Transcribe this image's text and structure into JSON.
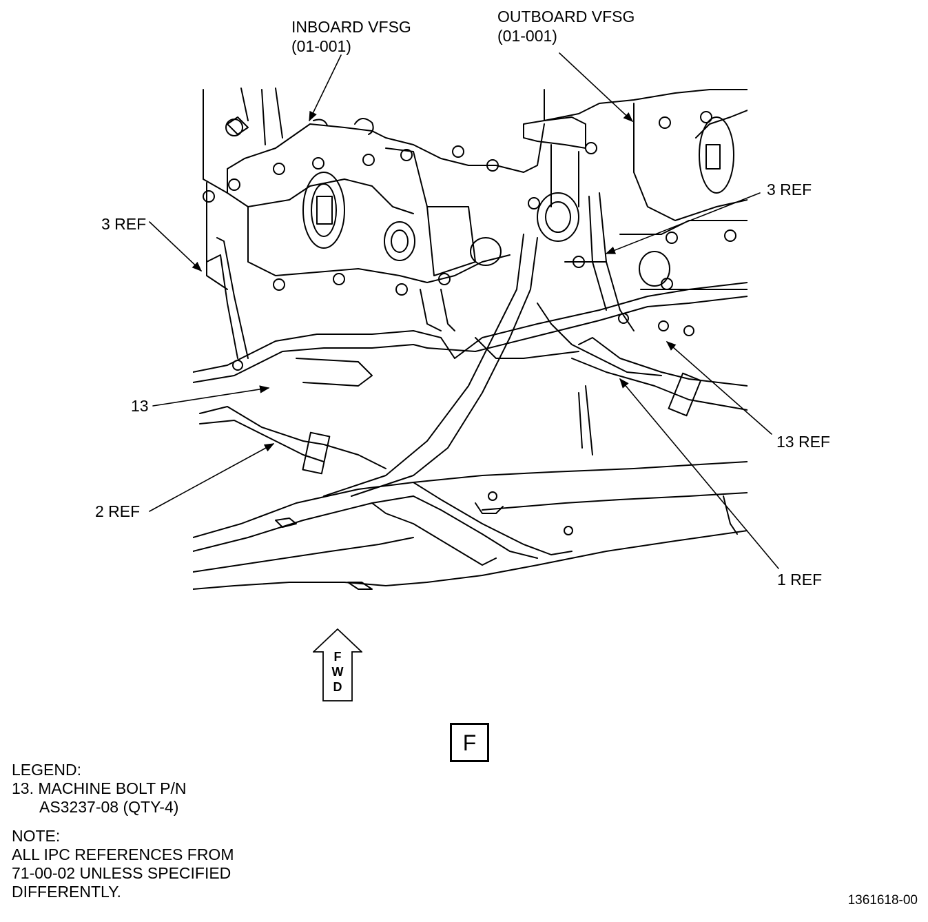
{
  "callouts": {
    "inboard_vfsg_line1": "INBOARD VFSG",
    "inboard_vfsg_line2": "(01-001)",
    "outboard_vfsg_line1": "OUTBOARD VFSG",
    "outboard_vfsg_line2": "(01-001)",
    "three_ref_left": "3 REF",
    "three_ref_right": "3 REF",
    "thirteen": "13",
    "thirteen_ref": "13 REF",
    "two_ref": "2 REF",
    "one_ref": "1 REF"
  },
  "fwd_arrow": {
    "letters": [
      "F",
      "W",
      "D"
    ]
  },
  "view_label": "F",
  "legend": {
    "heading": "LEGEND:",
    "item_line1": "13. MACHINE BOLT P/N",
    "item_line2": "AS3237-08 (QTY-4)"
  },
  "note": {
    "heading": "NOTE:",
    "line1": "ALL IPC REFERENCES FROM",
    "line2": "71-00-02 UNLESS SPECIFIED",
    "line3": "DIFFERENTLY."
  },
  "figure_number": "1361618-00",
  "colors": {
    "ink": "#000000",
    "paper": "#ffffff"
  }
}
